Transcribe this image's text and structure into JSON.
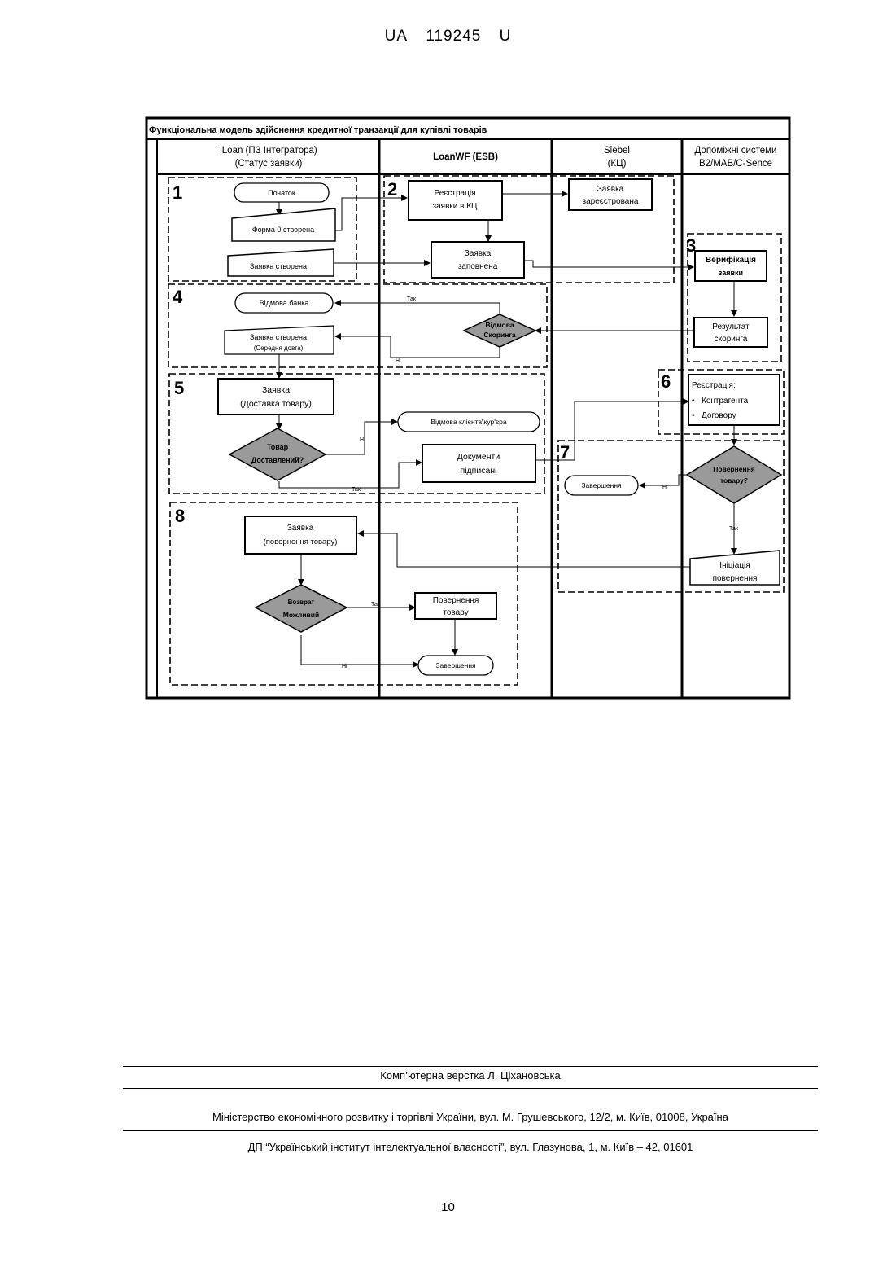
{
  "header": {
    "country": "UA",
    "number": "119245",
    "kind": "U"
  },
  "diagram": {
    "title": "Функціональна модель здійснення кредитної транзакції для купівлі товарів",
    "lanes": {
      "iloan": [
        "iLoan (ПЗ Інтегратора)",
        "(Статус заявки)"
      ],
      "loanwf": [
        "LoanWF (ESB)"
      ],
      "siebel": [
        "Siebel",
        "(КЦ)"
      ],
      "aux": [
        "Допоміжні системи",
        "B2/MAB/C-Sence"
      ]
    },
    "zones": [
      "1",
      "2",
      "3",
      "4",
      "5",
      "6",
      "7",
      "8"
    ],
    "nodes": {
      "start": "Початок",
      "form0": "Форма 0 створена",
      "app_created": "Заявка створена",
      "reg_kc": [
        "Реєстрація",
        "заявки в КЦ"
      ],
      "app_registered": [
        "Заявка",
        "зареєстрована"
      ],
      "app_filled": [
        "Заявка",
        "заповнена"
      ],
      "verification": [
        "Верифікація",
        "заявки"
      ],
      "scoring_result": [
        "Результат",
        "скоринга"
      ],
      "bank_refusal": "Відмова банка",
      "app_created_mid": [
        "Заявка створена",
        "(Середня довга)"
      ],
      "scoring_refusal": [
        "Відмова",
        "Скоринга"
      ],
      "app_delivery": [
        "Заявка",
        "(Доставка товару)"
      ],
      "goods_delivered": [
        "Товар",
        "Доставлений?"
      ],
      "client_refusal": "Відмова клієнта\\кур'єра",
      "docs_signed": [
        "Документи",
        "підписані"
      ],
      "registration": [
        "Реєстрація:",
        "Контрагента",
        "Договору"
      ],
      "goods_returned": [
        "Повернення",
        "товару?"
      ],
      "completion_7": "Завершення",
      "return_init": [
        "Ініціація",
        "повернення"
      ],
      "app_return": [
        "Заявка",
        "(повернення товару)"
      ],
      "return_possible": [
        "Возврат",
        "Можливий"
      ],
      "goods_return": [
        "Повернення",
        "товару"
      ],
      "completion_8": "Завершення"
    },
    "edge_labels": {
      "yes": "Так",
      "no": "Ні"
    }
  },
  "footer": {
    "layout": "Комп’ютерна верстка Л. Ціхановська",
    "ministry": "Міністерство економічного розвитку і торгівлі України, вул. М. Грушевського, 12/2, м. Київ, 01008, Україна",
    "institute": "ДП “Український інститут інтелектуальної власності”, вул. Глазунова, 1, м. Київ – 42, 01601"
  },
  "page_number": "10"
}
